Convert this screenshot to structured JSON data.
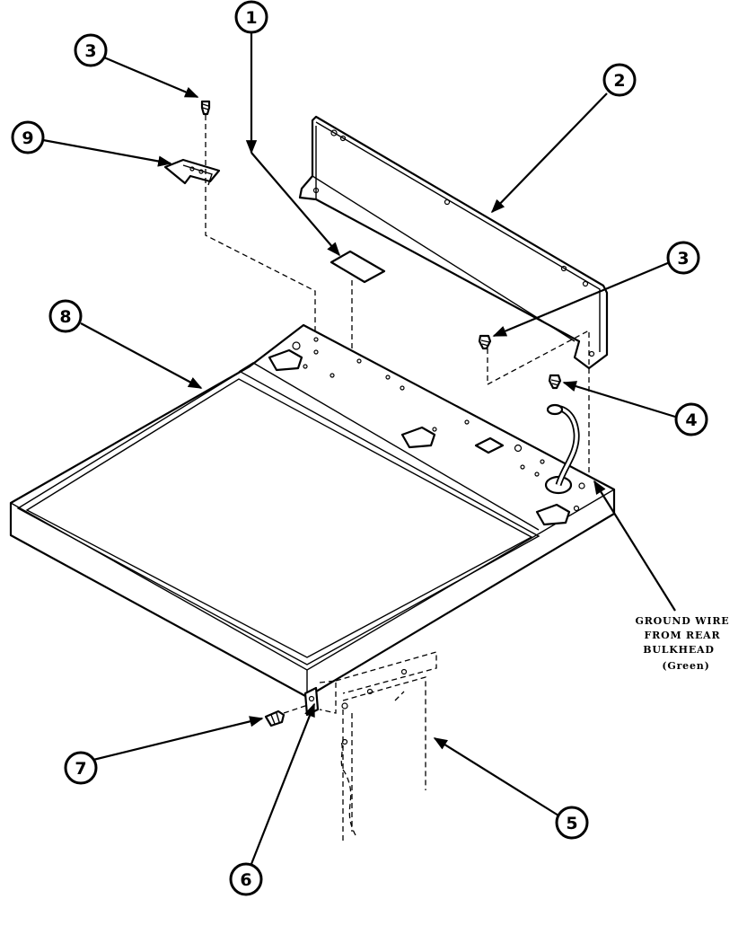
{
  "callouts": [
    {
      "id": "c1",
      "number": "1"
    },
    {
      "id": "c2",
      "number": "2"
    },
    {
      "id": "c3a",
      "number": "3"
    },
    {
      "id": "c3b",
      "number": "3"
    },
    {
      "id": "c4",
      "number": "4"
    },
    {
      "id": "c5",
      "number": "5"
    },
    {
      "id": "c6",
      "number": "6"
    },
    {
      "id": "c7",
      "number": "7"
    },
    {
      "id": "c8",
      "number": "8"
    },
    {
      "id": "c9",
      "number": "9"
    }
  ],
  "note": {
    "lines": [
      "GROUND WIRE",
      "FROM REAR",
      "BULKHEAD",
      "(Green)"
    ]
  }
}
